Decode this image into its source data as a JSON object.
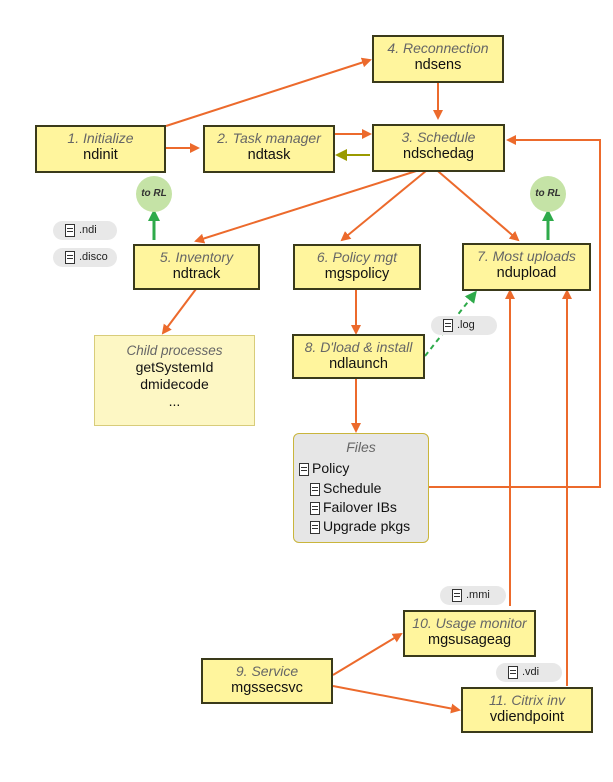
{
  "nodes": {
    "reconnection": {
      "title": "4. Reconnection",
      "name": "ndsens"
    },
    "initialize": {
      "title": "1. Initialize",
      "name": "ndinit"
    },
    "task_manager": {
      "title": "2. Task manager",
      "name": "ndtask"
    },
    "schedule": {
      "title": "3. Schedule",
      "name": "ndschedag"
    },
    "inventory": {
      "title": "5. Inventory",
      "name": "ndtrack"
    },
    "policy_mgt": {
      "title": "6. Policy mgt",
      "name": "mgspolicy"
    },
    "most_uploads": {
      "title": "7. Most uploads",
      "name": "ndupload"
    },
    "download_install": {
      "title": "8. D'load & install",
      "name": "ndlaunch"
    },
    "service": {
      "title": "9. Service",
      "name": "mgssecsvc"
    },
    "usage_monitor": {
      "title": "10. Usage monitor",
      "name": "mgsusageag"
    },
    "citrix_inv": {
      "title": "11. Citrix inv",
      "name": "vdiendpoint"
    }
  },
  "child_processes": {
    "title": "Child processes",
    "items": [
      "getSystemId",
      "dmidecode",
      "..."
    ]
  },
  "files": {
    "title": "Files",
    "items": [
      "Policy",
      "Schedule",
      "Failover IBs",
      "Upgrade pkgs"
    ]
  },
  "file_pills": {
    "ndi": ".ndi",
    "disco": ".disco",
    "log": ".log",
    "mmi": ".mmi",
    "vdi": ".vdi"
  },
  "to_rl": {
    "left": "to RL",
    "right": "to RL"
  },
  "colors": {
    "box_fill": "#fff59d",
    "arrow_orange": "#ec6a2c",
    "arrow_green": "#2eaa4a",
    "arrow_olive": "#9a9a00",
    "rl_circle": "#c5e3a6"
  }
}
